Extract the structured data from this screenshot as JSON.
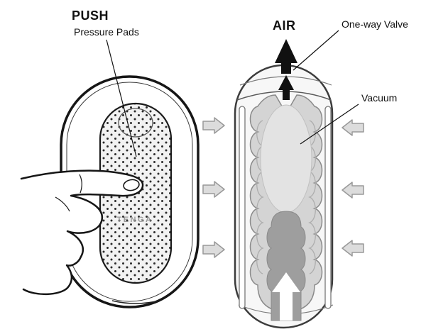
{
  "labels": {
    "push": "PUSH",
    "pressure_pads": "Pressure Pads",
    "air": "AIR",
    "one_way_valve": "One-way Valve",
    "vacuum": "Vacuum",
    "logo": "TENGA"
  },
  "colors": {
    "ink": "#1a1a1a",
    "sleeve_gray": "#d4d4d4",
    "chamber_gray": "#e3e3e3",
    "compressed_gray": "#9e9e9e",
    "arrow_black": "#111111",
    "flow_arrow_gray": "#dcdcdc"
  }
}
